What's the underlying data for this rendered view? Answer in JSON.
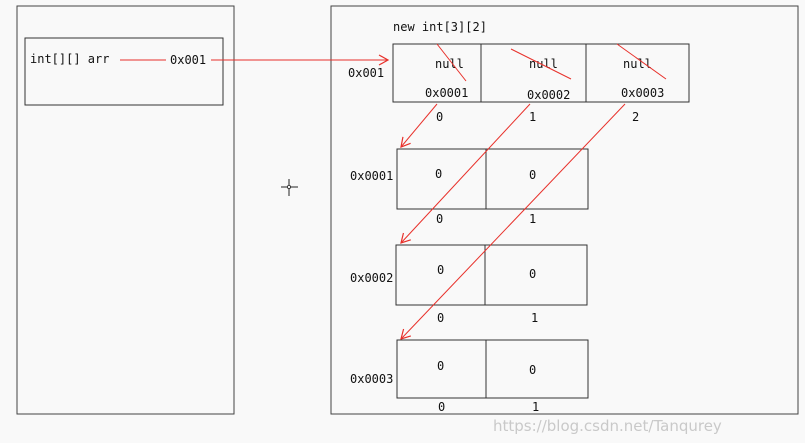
{
  "stack": {
    "variable_label": "int[][] arr",
    "reference_value": "0x001"
  },
  "heap": {
    "expression": "new int[3][2]",
    "outer": {
      "address": "0x001",
      "cells": [
        {
          "old": "null",
          "value": "0x0001",
          "index": "0"
        },
        {
          "old": "null",
          "value": "0x0002",
          "index": "1"
        },
        {
          "old": "null",
          "value": "0x0003",
          "index": "2"
        }
      ]
    },
    "inner": [
      {
        "address": "0x0001",
        "values": [
          "0",
          "0"
        ],
        "indices": [
          "0",
          "1"
        ]
      },
      {
        "address": "0x0002",
        "values": [
          "0",
          "0"
        ],
        "indices": [
          "0",
          "1"
        ]
      },
      {
        "address": "0x0003",
        "values": [
          "0",
          "0"
        ],
        "indices": [
          "0",
          "1"
        ]
      }
    ]
  },
  "watermark": "https://blog.csdn.net/Tanqurey",
  "colors": {
    "arrow": "#e8302a",
    "line": "#222222",
    "box_fill": "#f9f9f9"
  },
  "icons": {
    "cursor": "crosshair-cursor-icon"
  }
}
